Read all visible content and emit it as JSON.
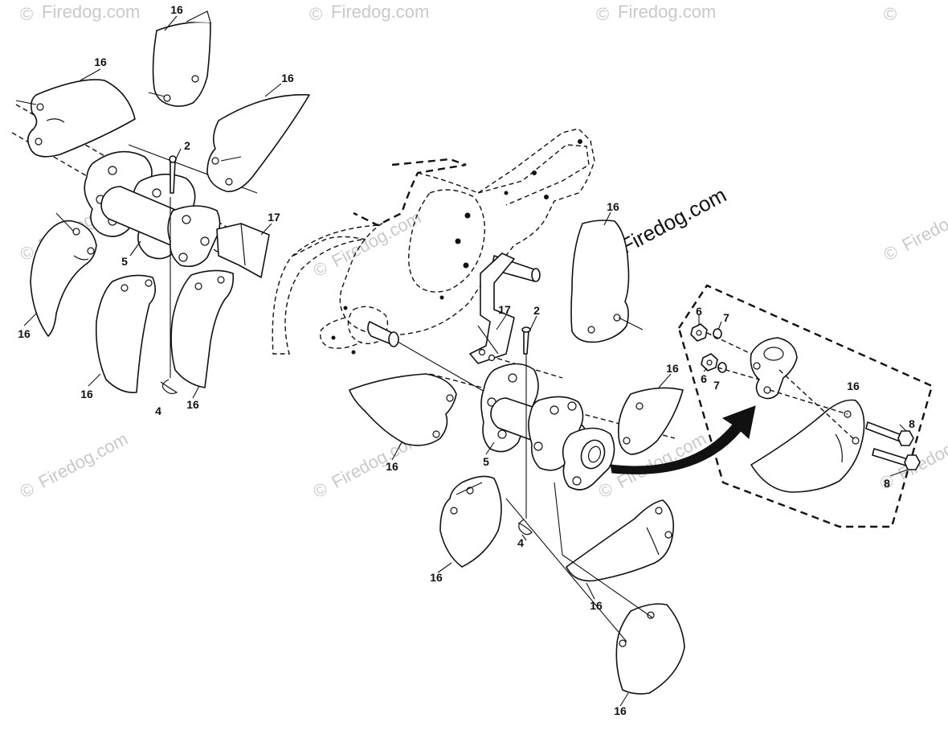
{
  "watermark": {
    "symbol": "©",
    "brand": "Firedog.com",
    "color": "#c9c9c9"
  },
  "callouts": {
    "c01": "16",
    "c02": "16",
    "c03": "16",
    "c04": "16",
    "c05": "16",
    "c06": "16",
    "c07": "2",
    "c08": "17",
    "c09": "5",
    "c10": "4",
    "c11": "16",
    "c12": "17",
    "c13": "2",
    "c14": "16",
    "c15": "16",
    "c16": "16",
    "c17": "5",
    "c18": "4",
    "c19": "16",
    "c20": "16",
    "c21": "16",
    "c22": "6",
    "c23": "7",
    "c24": "6",
    "c25": "7",
    "c26": "8",
    "c27": "8"
  },
  "colors": {
    "line": "#111111",
    "background": "#ffffff",
    "arrow": "#111111"
  }
}
